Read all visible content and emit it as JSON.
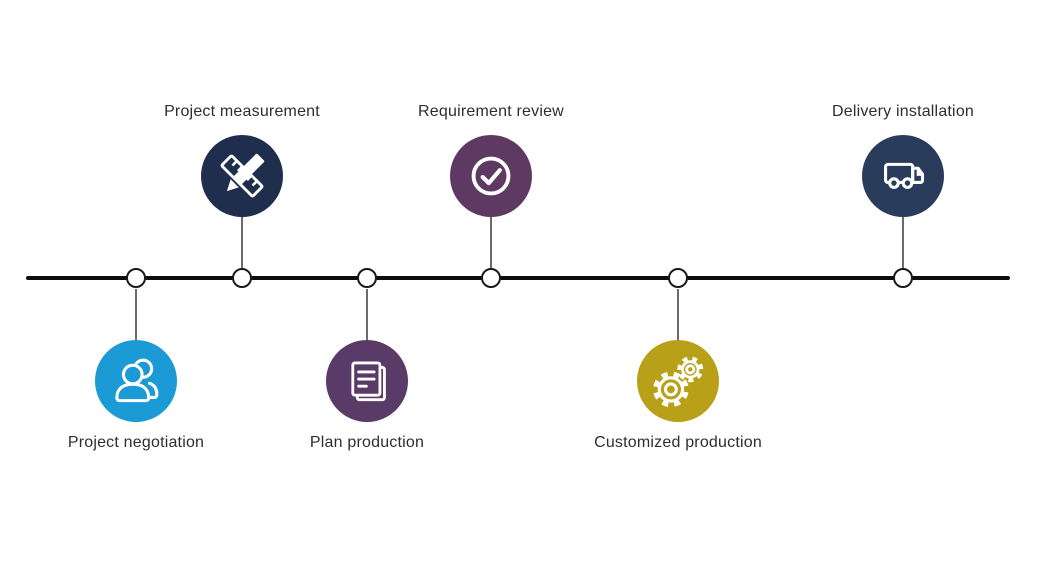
{
  "page": {
    "background": "#ffffff"
  },
  "timeline": {
    "axis_color": "#0d0d0d",
    "node_fill": "#ffffff",
    "node_border": "#1a1a1a",
    "connector_color": "#6b6b6b",
    "label_color": "#2e2e2e"
  },
  "steps": [
    {
      "label": "Project negotiation",
      "icon": "people-icon",
      "color": "#1b9ad6",
      "side": "below"
    },
    {
      "label": "Project measurement",
      "icon": "ruler-pencil-icon",
      "color": "#202e4d",
      "side": "above"
    },
    {
      "label": "Plan production",
      "icon": "documents-icon",
      "color": "#5a3a66",
      "side": "below"
    },
    {
      "label": "Requirement review",
      "icon": "check-circle-icon",
      "color": "#5e3a62",
      "side": "above"
    },
    {
      "label": "Customized production",
      "icon": "gears-icon",
      "color": "#b8a018",
      "side": "below"
    },
    {
      "label": "Delivery installation",
      "icon": "truck-icon",
      "color": "#2a3c5c",
      "side": "above"
    }
  ]
}
